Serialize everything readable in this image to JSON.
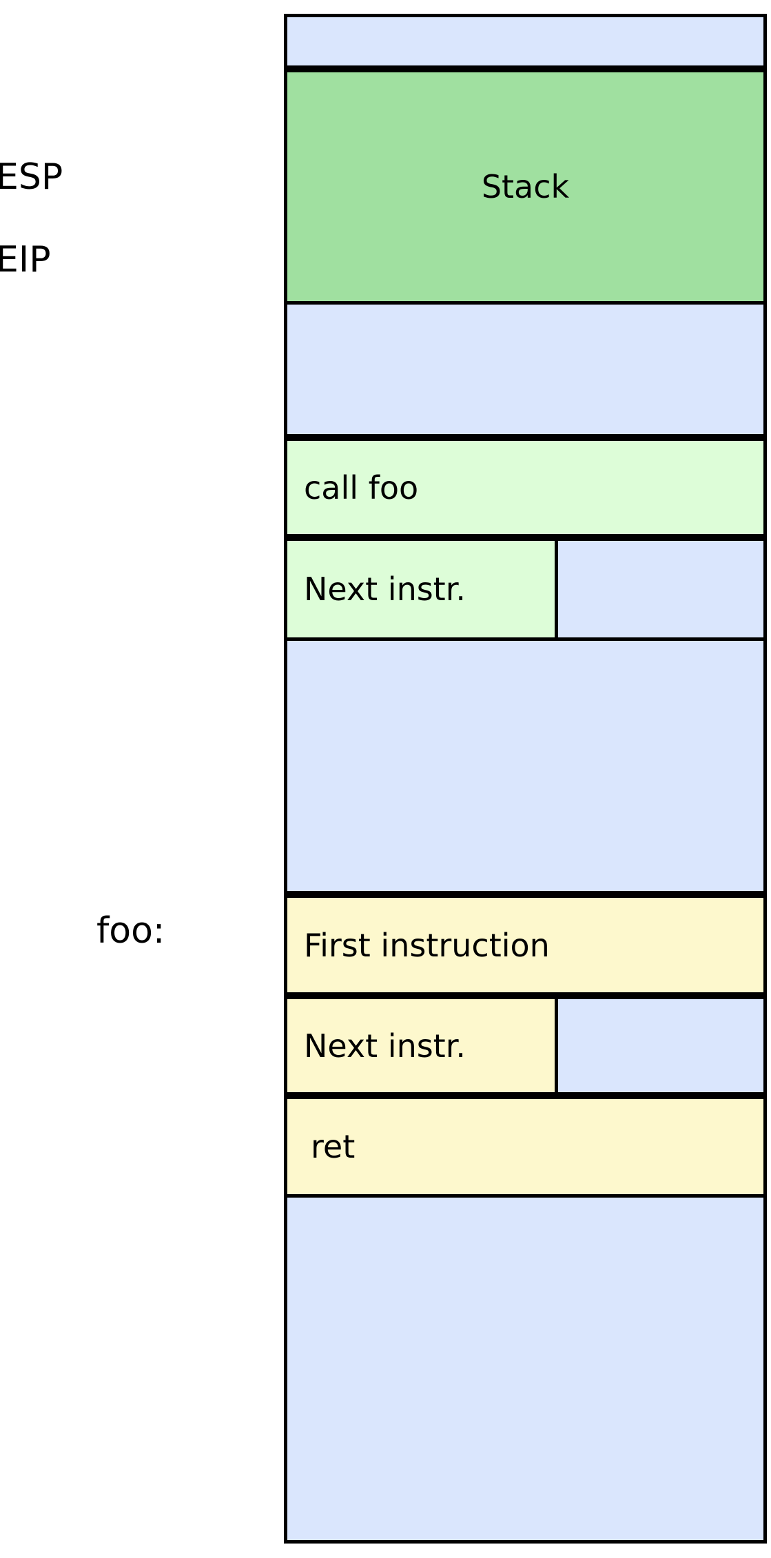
{
  "diagram": {
    "title": "x86 call/ret control flow with stack and code memory",
    "colors": {
      "blue": "#dae6fd",
      "green": "#a0e0a0",
      "pale_green": "#ddfdd8",
      "yellow": "#fdf8cd",
      "border": "#000000",
      "background": "#ffffff"
    },
    "labels": [
      {
        "name": "esp",
        "text": "ESP"
      },
      {
        "name": "eip",
        "text": "EIP"
      },
      {
        "name": "foo",
        "text": "foo:"
      }
    ],
    "memory_rows": [
      {
        "name": "top-filler",
        "text": "",
        "color": "blue",
        "split": false
      },
      {
        "name": "stack",
        "text": "Stack",
        "color": "green",
        "split": false
      },
      {
        "name": "gap-below-stack",
        "text": "",
        "color": "blue",
        "split": false
      },
      {
        "name": "call-foo",
        "text": "call foo",
        "color": "pale_green",
        "split": false
      },
      {
        "name": "caller-next-instr",
        "text": "Next instr.",
        "color": "pale_green",
        "split": true
      },
      {
        "name": "gap-before-foo",
        "text": "",
        "color": "blue",
        "split": false
      },
      {
        "name": "first-instruction",
        "text": "First instruction",
        "color": "yellow",
        "split": false
      },
      {
        "name": "foo-next-instr",
        "text": "Next instr.",
        "color": "yellow",
        "split": true
      },
      {
        "name": "ret",
        "text": "ret",
        "color": "yellow",
        "split": false
      },
      {
        "name": "bottom-filler",
        "text": "",
        "color": "blue",
        "split": false
      }
    ]
  }
}
